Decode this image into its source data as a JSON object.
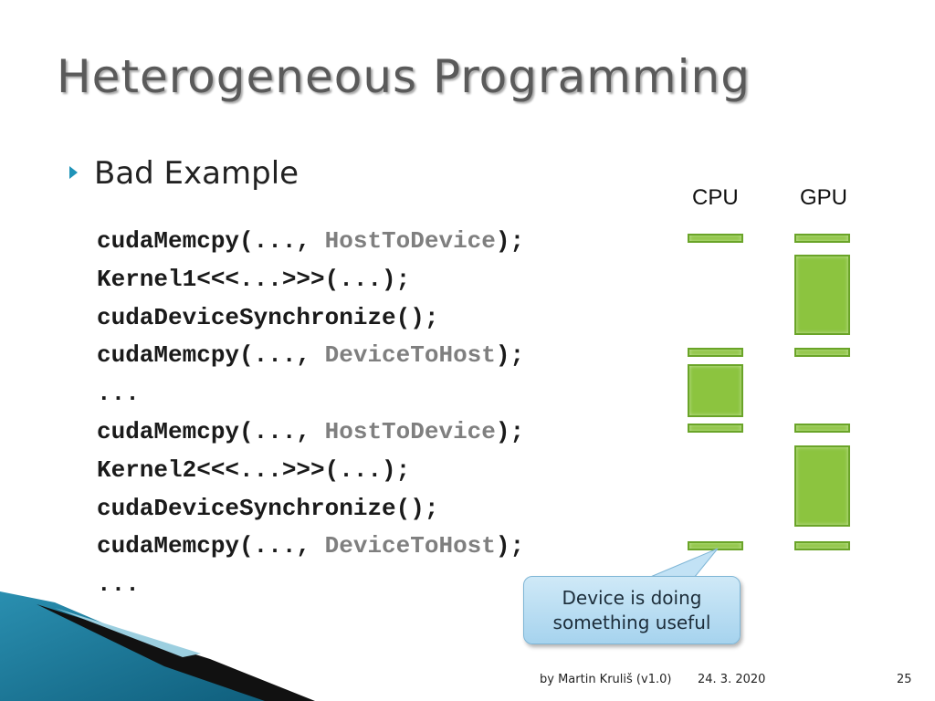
{
  "slide": {
    "title": "Heterogeneous Programming",
    "bullet": "Bad Example"
  },
  "code": {
    "lines": [
      {
        "pre": "cudaMemcpy(..., ",
        "hl": "HostToDevice",
        "post": ");"
      },
      {
        "pre": "Kernel1<<<...>>>(...);",
        "hl": "",
        "post": ""
      },
      {
        "pre": "cudaDeviceSynchronize();",
        "hl": "",
        "post": ""
      },
      {
        "pre": "cudaMemcpy(..., ",
        "hl": "DeviceToHost",
        "post": ");"
      },
      {
        "pre": "...",
        "hl": "",
        "post": ""
      },
      {
        "pre": "cudaMemcpy(..., ",
        "hl": "HostToDevice",
        "post": ");"
      },
      {
        "pre": "Kernel2<<<...>>>(...);",
        "hl": "",
        "post": ""
      },
      {
        "pre": "cudaDeviceSynchronize();",
        "hl": "",
        "post": ""
      },
      {
        "pre": "cudaMemcpy(..., ",
        "hl": "DeviceToHost",
        "post": ");"
      },
      {
        "pre": "...",
        "hl": "",
        "post": ""
      }
    ]
  },
  "timeline": {
    "cpu_label": "CPU",
    "gpu_label": "GPU",
    "block_color": "#8cc43f",
    "block_border_color": "#6aa428"
  },
  "callout": {
    "line1": "Device is doing",
    "line2": "something useful"
  },
  "footer": {
    "author": "by Martin Kruliš (v1.0)",
    "date": "24. 3. 2020",
    "page": "25"
  },
  "colors": {
    "title": "#5a5a5a",
    "bullet_arrow": "#1f93b8",
    "code_highlight": "#7f7f7f",
    "callout_bg": "#bfe0f3",
    "decor_teal": "#2a8fb0"
  }
}
